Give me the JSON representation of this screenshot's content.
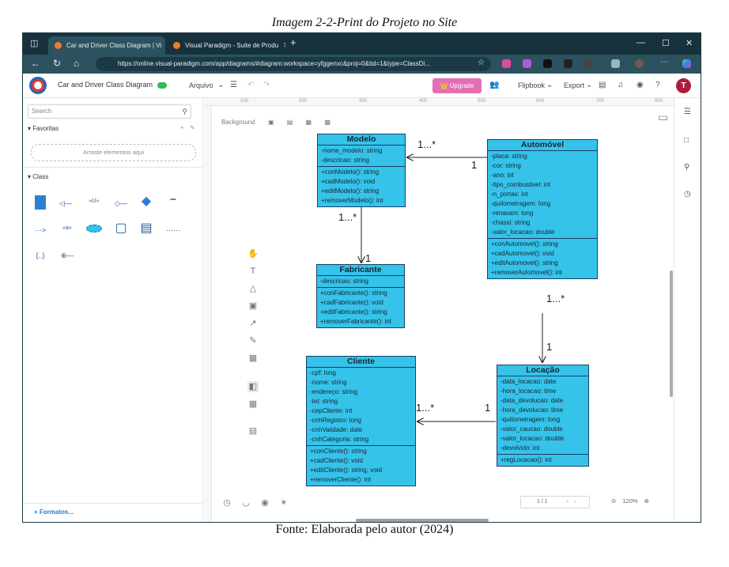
{
  "captions": {
    "top": "Imagem 2-2-Print do Projeto no Site",
    "bottom": "Fonte: Elaborada pelo autor (2024)"
  },
  "browser": {
    "tabs": [
      {
        "label": "Car and Driver Class Diagram | Vi",
        "active": true
      },
      {
        "label": "Visual Paradigm - Suite de Produ",
        "active": false
      }
    ],
    "url": "https://online.visual-paradigm.com/app/diagrams/#diagram:workspace=yfggenxc&proj=0&tid=1&type=ClassDi..."
  },
  "app": {
    "diagram_title": "Car and Driver Class Diagram",
    "menu_file": "Arquivo",
    "upgrade": "Upgrade",
    "flipbook": "Flipbook",
    "export": "Export",
    "avatar_letter": "T"
  },
  "left_panel": {
    "search_placeholder": "Search",
    "favorites": "Favoritas",
    "drop_hint": "Arraste elementos aqui",
    "class_section": "Class",
    "formats": "+ Formatos..."
  },
  "canvas": {
    "background_label": "Background",
    "ruler_ticks": [
      "100",
      "200",
      "300",
      "400",
      "500",
      "600",
      "700",
      "800"
    ],
    "pager": "1 / 1",
    "zoom": "120%"
  },
  "classes": {
    "modelo": {
      "name": "Modelo",
      "attributes": [
        "-nome_modelo: string",
        "-descricao: string"
      ],
      "operations": [
        "+conModelo(): string",
        "+cadModelo(): void",
        "+editModelo(): string",
        "+removerModelo(): int"
      ]
    },
    "automovel": {
      "name": "Automóvel",
      "attributes": [
        "-placa: string",
        "-cor: string",
        "-ano: int",
        "-tipo_combustivel: int",
        "-n_portas: int",
        "-quilometragem:  long",
        "-renavam: long",
        "-chassi: string",
        "-valor_locacao: double"
      ],
      "operations": [
        "+conAutomovel(): string",
        "+cadAutomovel(): void",
        "+editAutomovel(): string",
        "+removerAutomovel(): int"
      ]
    },
    "fabricante": {
      "name": "Fabricante",
      "attributes": [
        "-descricao: string"
      ],
      "operations": [
        "+conFabricante(): string",
        "+cadFabricante(): void",
        "+editFabricante(): string",
        "+removerFabricante(): int"
      ]
    },
    "cliente": {
      "name": "Cliente",
      "attributes": [
        "-cpf: long",
        "-nome: string",
        "-endereço: string",
        "-tel: string",
        "-cepCliente: int",
        "-cnhRegistro: long",
        "-cnhValidade: date",
        "-cnhCategoria: string"
      ],
      "operations": [
        "+conCliente(): string",
        "+cadCliente(): void",
        "+editCliente(): string, void",
        "+removerCliente(): int"
      ]
    },
    "locacao": {
      "name": "Locação",
      "attributes": [
        "-data_locacao: date",
        "-hora_locacao: time",
        "-data_devolucao: date",
        "-hora_devolucao: time",
        "-quilometragem: long",
        "-valor_caucao: double",
        "-valor_locacao: double",
        "-devolvido: int"
      ],
      "operations": [
        "+regLocacao(): int"
      ]
    }
  },
  "multiplicities": {
    "modelo_many": "1...*",
    "automovel_one_to_modelo": "1",
    "modelo_to_fabricante_many": "1...*",
    "fabricante_one": "1",
    "automovel_to_locacao_many": "1...*",
    "locacao_one": "1",
    "cliente_many": "1...*",
    "locacao_one_to_cliente": "1"
  },
  "colors": {
    "class_fill": "#35c3ea",
    "class_border": "#1a3f66",
    "titlebar": "#17323c",
    "upgrade": "#e36fb3"
  }
}
